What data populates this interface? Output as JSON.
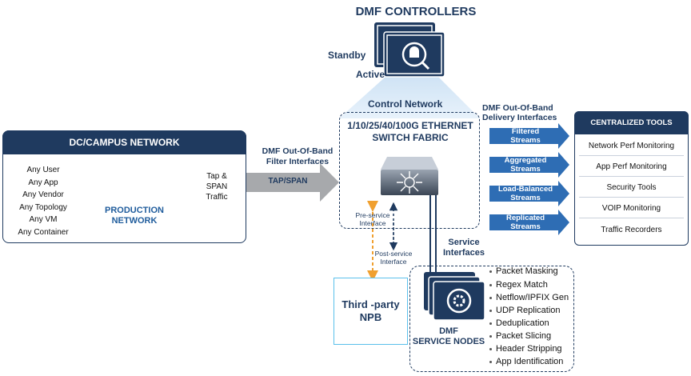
{
  "controllers": {
    "title": "DMF CONTROLLERS",
    "standby_label": "Standby",
    "active_label": "Active"
  },
  "control_network_label": "Control Network",
  "fabric": {
    "title_line1": "1/10/25/40/100G ETHERNET",
    "title_line2": "SWITCH FABRIC"
  },
  "dc_network": {
    "header": "DC/CAMPUS NETWORK",
    "items": [
      "Any User",
      "Any App",
      "Any Vendor",
      "Any Topology",
      "Any VM",
      "Any Container"
    ],
    "production_line1": "PRODUCTION",
    "production_line2": "NETWORK",
    "tap_line1": "Tap &",
    "tap_line2": "SPAN",
    "tap_line3": "Traffic"
  },
  "filter_interfaces": {
    "line1": "DMF Out-Of-Band",
    "line2": "Filter Interfaces",
    "arrow_label": "TAP/SPAN"
  },
  "delivery_interfaces": {
    "line1": "DMF Out-Of-Band",
    "line2": "Delivery  Interfaces",
    "streams": [
      {
        "line1": "Filtered",
        "line2": "Streams"
      },
      {
        "line1": "Aggregated",
        "line2": "Streams"
      },
      {
        "line1": "Load-Balanced",
        "line2": "Streams"
      },
      {
        "line1": "Replicated",
        "line2": "Streams"
      }
    ]
  },
  "tools": {
    "header": "CENTRALIZED TOOLS",
    "items": [
      "Network Perf Monitoring",
      "App Perf Monitoring",
      "Security Tools",
      "VOIP Monitoring",
      "Traffic Recorders"
    ]
  },
  "interfaces": {
    "pre_line1": "Pre-service",
    "pre_line2": "Interface",
    "post_line1": "Post-service",
    "post_line2": "Interface",
    "service_line1": "Service",
    "service_line2": "Interfaces"
  },
  "third_party": {
    "line1": "Third -party",
    "line2": "NPB"
  },
  "service_nodes": {
    "line1": "DMF",
    "line2": "SERVICE NODES",
    "items": [
      "Packet Masking",
      "Regex Match",
      "Netflow/IPFIX Gen",
      "UDP Replication",
      "Deduplication",
      "Packet Slicing",
      "Header Stripping",
      "App Identification"
    ]
  },
  "colors": {
    "navy": "#1f3a5f",
    "stream_blue": "#2e6db4",
    "light_blue": "#5bc0eb",
    "orange": "#f0a030",
    "gray_arrow": "#a7a9ac"
  }
}
